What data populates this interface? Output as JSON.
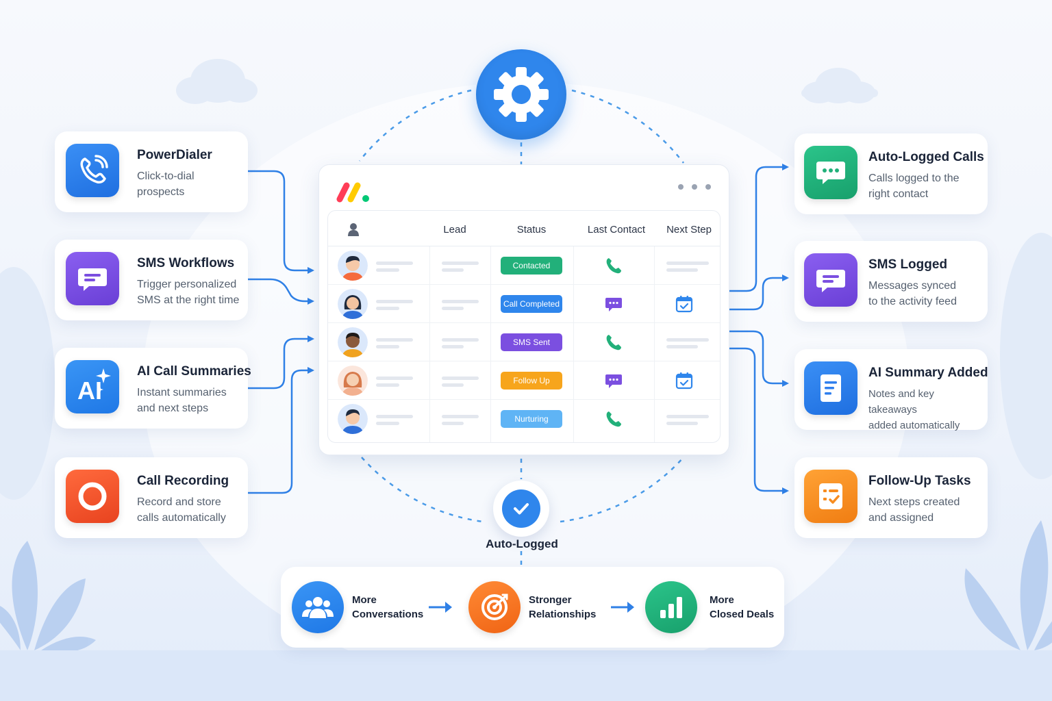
{
  "features_left": [
    {
      "title": "PowerDialer",
      "desc_lines": [
        "Click-to-dial",
        "prospects"
      ],
      "icon": "phone-icon",
      "color": "#2f7fee"
    },
    {
      "title": "SMS Workflows",
      "desc_lines": [
        "Trigger personalized",
        "SMS at the right time"
      ],
      "icon": "chat-icon",
      "color": "#7b4fe0"
    },
    {
      "title": "AI Call Summaries",
      "desc_lines": [
        "Instant summaries",
        "and next steps"
      ],
      "icon": "ai-sparkle-icon",
      "icon_text": "AI",
      "color": "#2f86ec"
    },
    {
      "title": "Call Recording",
      "desc_lines": [
        "Record and store",
        "calls automatically"
      ],
      "icon": "record-icon",
      "color": "#f0522c"
    }
  ],
  "features_right": [
    {
      "title": "Auto-Logged Calls",
      "desc_lines": [
        "Calls logged to the",
        "right contact"
      ],
      "icon": "chat-dots-icon",
      "color": "#22b07a"
    },
    {
      "title": "SMS Logged",
      "desc_lines": [
        "Messages synced",
        "to the activity feed"
      ],
      "icon": "chat-icon",
      "color": "#7b4fe0"
    },
    {
      "title": "AI Summary Added",
      "desc_lines": [
        "Notes and key takeaways",
        "added automatically"
      ],
      "icon": "document-icon",
      "color": "#2f7fee"
    },
    {
      "title": "Follow-Up Tasks",
      "desc_lines": [
        "Next steps created",
        "and assigned"
      ],
      "icon": "checklist-icon",
      "color": "#f78c1f"
    }
  ],
  "crm": {
    "columns": [
      "Lead",
      "Status",
      "Last Contact",
      "Next Step"
    ],
    "rows": [
      {
        "status": "Contacted",
        "status_color": "#22b07a",
        "last_contact": "phone-icon",
        "next_step": "none"
      },
      {
        "status": "Call Completed",
        "status_color": "#2f86ec",
        "last_contact": "chat-icon",
        "next_step": "calendar-icon"
      },
      {
        "status": "SMS Sent",
        "status_color": "#7b4fe0",
        "last_contact": "phone-icon",
        "next_step": "none"
      },
      {
        "status": "Follow Up",
        "status_color": "#f7a51c",
        "last_contact": "chat-icon",
        "next_step": "calendar-icon"
      },
      {
        "status": "Nurturing",
        "status_color": "#5fb4f5",
        "last_contact": "phone-icon",
        "next_step": "none"
      }
    ]
  },
  "auto_logged_label": "Auto-Logged",
  "outcomes": [
    {
      "lines": [
        "More",
        "Conversations"
      ],
      "icon": "people-icon",
      "color": "#2f86ec"
    },
    {
      "lines": [
        "Stronger",
        "Relationships"
      ],
      "icon": "target-icon",
      "color": "#f7731f"
    },
    {
      "lines": [
        "More",
        "Closed Deals"
      ],
      "icon": "bar-chart-icon",
      "color": "#22b07a"
    }
  ]
}
